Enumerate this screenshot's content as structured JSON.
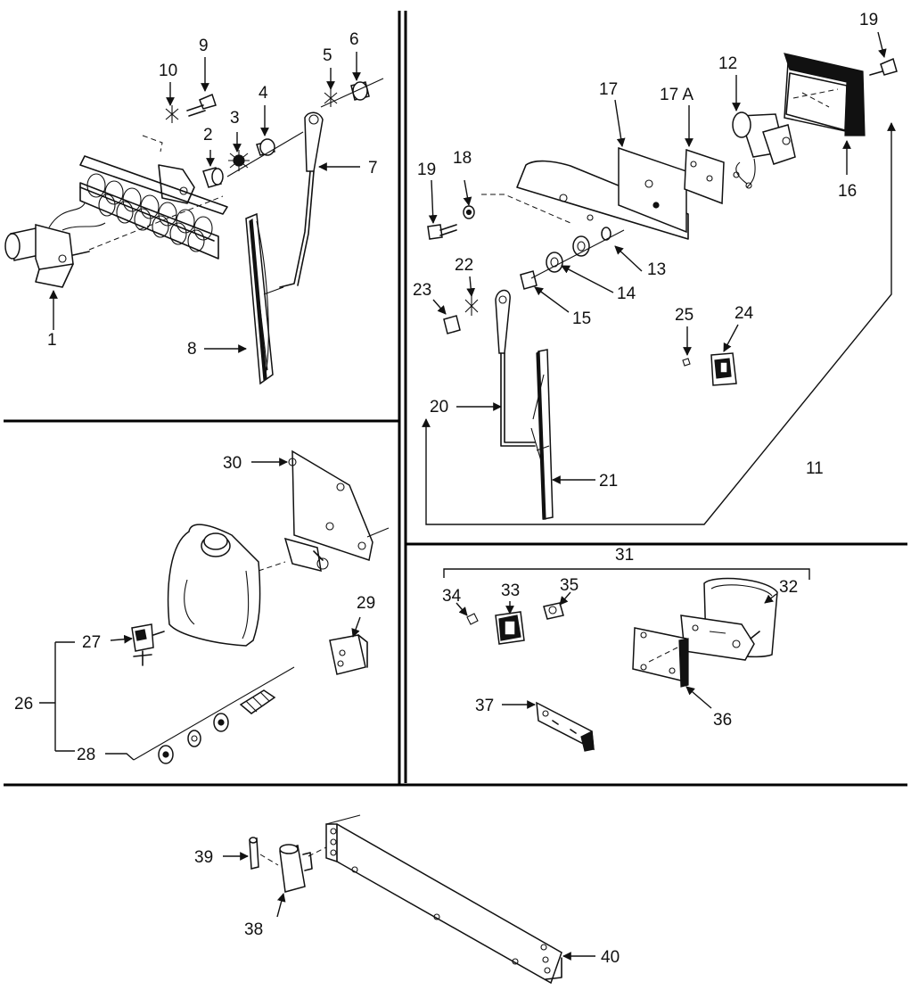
{
  "callouts": [
    "1",
    "2",
    "3",
    "4",
    "5",
    "6",
    "7",
    "8",
    "9",
    "10",
    "11",
    "12",
    "13",
    "14",
    "15",
    "16",
    "17",
    "17 A",
    "18",
    "19",
    "19",
    "20",
    "21",
    "22",
    "23",
    "24",
    "25",
    "26",
    "27",
    "28",
    "29",
    "30",
    "31",
    "32",
    "33",
    "34",
    "35",
    "36",
    "37",
    "38",
    "39",
    "40"
  ]
}
